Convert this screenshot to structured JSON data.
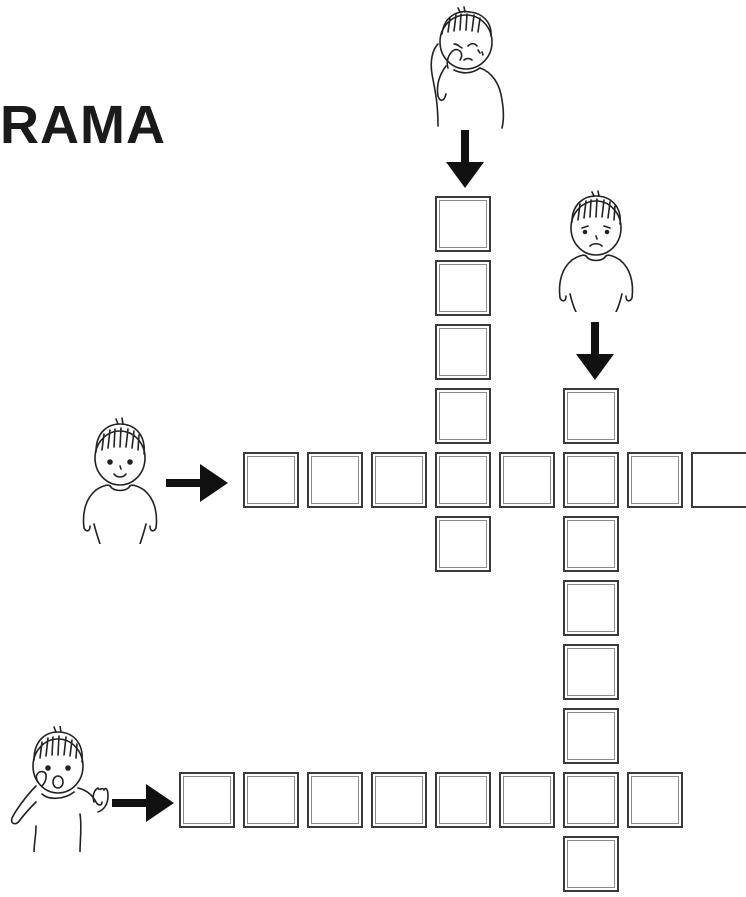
{
  "page": {
    "title": "RAMA"
  },
  "words": [
    {
      "name": "word-crying",
      "direction": "down",
      "length": 6,
      "emotion": "crying"
    },
    {
      "name": "word-sad",
      "direction": "down",
      "length": 8,
      "emotion": "sad"
    },
    {
      "name": "word-happy",
      "direction": "across",
      "length": 8,
      "emotion": "happy"
    },
    {
      "name": "word-surprised",
      "direction": "across",
      "length": 8,
      "emotion": "surprised"
    }
  ],
  "icons": {
    "crying": "crying-child-icon",
    "sad": "sad-child-icon",
    "happy": "happy-child-icon",
    "surprised": "surprised-child-icon",
    "arrow_down": "arrow-down-icon",
    "arrow_right": "arrow-right-icon"
  },
  "colors": {
    "ink": "#1a1a1a",
    "cell_border": "#3a3a3a",
    "background": "#ffffff"
  }
}
